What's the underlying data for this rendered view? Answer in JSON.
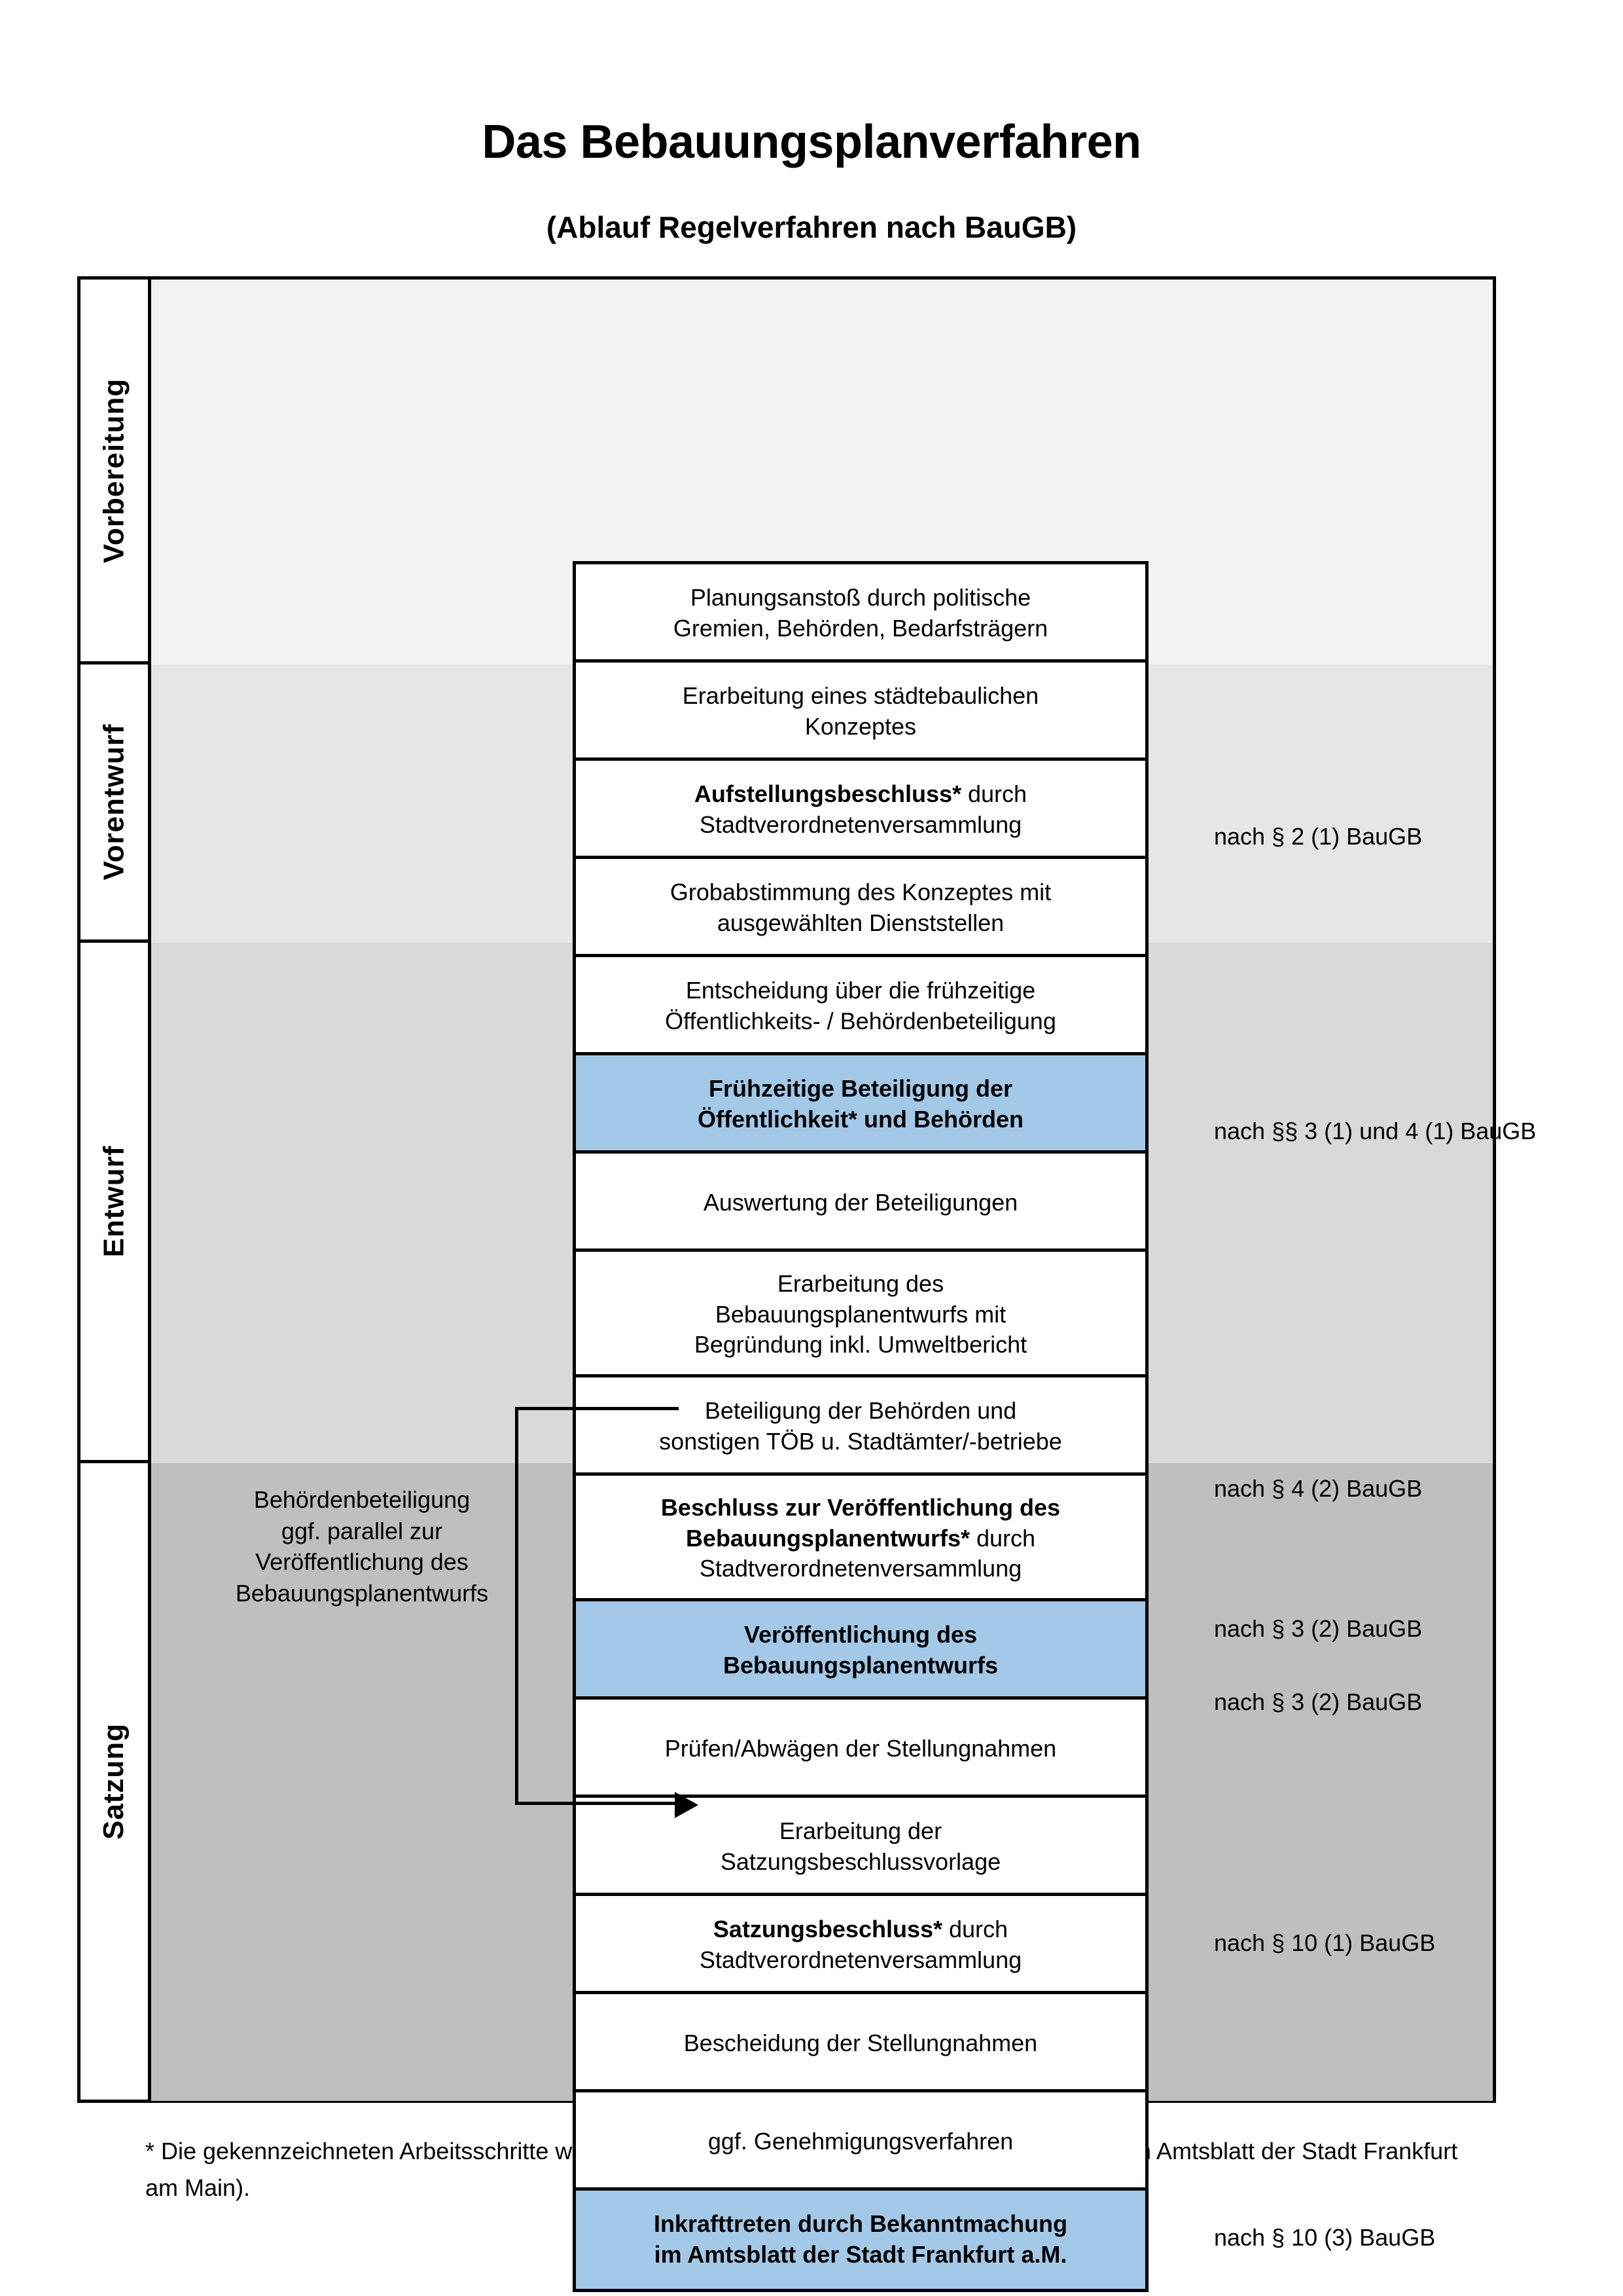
{
  "header": {
    "title": "Das Bebauungsplanverfahren",
    "subtitle": "(Ablauf Regelverfahren nach BauGB)"
  },
  "phases": [
    {
      "label": "Vorbereitung"
    },
    {
      "label": "Vorentwurf"
    },
    {
      "label": "Entwurf"
    },
    {
      "label": "Satzung"
    }
  ],
  "steps": [
    {
      "id": "planungsanstoss",
      "line1": "Planungsanstoß durch politische",
      "line2": "Gremien, Behörden, Bedarfsträgern",
      "highlight": false
    },
    {
      "id": "staedtebauliches-konzept",
      "line1": "Erarbeitung eines städtebaulichen",
      "line2": "Konzeptes",
      "highlight": false
    },
    {
      "id": "aufstellungsbeschluss",
      "bold1": "Aufstellungsbeschluss*",
      "line1": " durch",
      "line2": "Stadtverordnetenversammlung",
      "highlight": false
    },
    {
      "id": "grobabstimmung",
      "line1": "Grobabstimmung des Konzeptes mit",
      "line2": "ausgewählten Dienststellen",
      "highlight": false
    },
    {
      "id": "entscheidung-fruehzeitige",
      "line1": "Entscheidung über die frühzeitige",
      "line2": "Öffentlichkeits- / Behördenbeteiligung",
      "highlight": false
    },
    {
      "id": "fruehzeitige-beteiligung",
      "line1": "Frühzeitige Beteiligung der",
      "line2": "Öffentlichkeit* und Behörden",
      "highlight": true
    },
    {
      "id": "auswertung-beteiligungen",
      "line1": "Auswertung der Beteiligungen",
      "highlight": false
    },
    {
      "id": "erarbeitung-entwurf",
      "line1": "Erarbeitung des",
      "line2": "Bebauungsplanentwurfs mit",
      "line3": "Begründung inkl. Umweltbericht",
      "highlight": false
    },
    {
      "id": "beteiligung-behoerden",
      "line1": "Beteiligung der Behörden und",
      "line2": "sonstigen TÖB u. Stadtämter/-betriebe",
      "highlight": false
    },
    {
      "id": "beschluss-veroeffentlichung",
      "bold1": "Beschluss zur Veröffentlichung des",
      "bold2": "Bebauungsplanentwurfs*",
      "line2": " durch",
      "line3": "Stadtverordnetenversammlung",
      "highlight": false
    },
    {
      "id": "veroeffentlichung-entwurf",
      "line1": "Veröffentlichung des",
      "line2": "Bebauungsplanentwurfs",
      "highlight": true
    },
    {
      "id": "pruefen-abwaegen",
      "line1": "Prüfen/Abwägen der Stellungnahmen",
      "highlight": false
    },
    {
      "id": "erarbeitung-satzungsvorlage",
      "line1": "Erarbeitung der",
      "line2": "Satzungsbeschlussvorlage",
      "highlight": false
    },
    {
      "id": "satzungsbeschluss",
      "bold1": "Satzungsbeschluss*",
      "line1": " durch",
      "line2": "Stadtverordnetenversammlung",
      "highlight": false
    },
    {
      "id": "bescheidung-stellungnahmen",
      "line1": "Bescheidung der Stellungnahmen",
      "highlight": false
    },
    {
      "id": "genehmigungsverfahren",
      "line1": "ggf. Genehmigungsverfahren",
      "highlight": false
    },
    {
      "id": "inkrafttreten",
      "bold1": "Inkrafttreten",
      "line1": " durch Bekanntmachung",
      "line2": "im Amtsblatt der Stadt Frankfurt a.M.",
      "highlight": true
    }
  ],
  "legal_notes": [
    {
      "id": "note-par2-1",
      "text": "nach § 2 (1) BauGB"
    },
    {
      "id": "note-par3-1-4-1",
      "text": "nach §§ 3 (1) und 4 (1) BauGB"
    },
    {
      "id": "note-par4-2",
      "text": "nach § 4 (2) BauGB"
    },
    {
      "id": "note-par3-2-a",
      "text": "nach § 3 (2) BauGB"
    },
    {
      "id": "note-par3-2-b",
      "text": "nach § 3 (2) BauGB"
    },
    {
      "id": "note-par10-1",
      "text": "nach § 10 (1) BauGB"
    },
    {
      "id": "note-par10-3",
      "text": "nach § 10 (3) BauGB"
    }
  ],
  "side_note": {
    "line1": "Behördenbeteiligung",
    "line2": "ggf. parallel zur",
    "line3": "Veröffentlichung des",
    "line4": "Bebauungsplanentwurfs"
  },
  "footnote": {
    "text": "* Die gekennzeichneten Arbeitsschritte werden ortsüblich bekanntgegeben (Bekanntmachung im Amtsblatt  der Stadt Frankfurt am Main)."
  },
  "colors": {
    "highlight_blue": "#a3c8e8",
    "band_vorbereitung": "#f2f2f2",
    "band_vorentwurf": "#e6e6e6",
    "band_entwurf": "#d9d9d9",
    "band_satzung": "#bfbfbf",
    "stroke": "#000000"
  }
}
